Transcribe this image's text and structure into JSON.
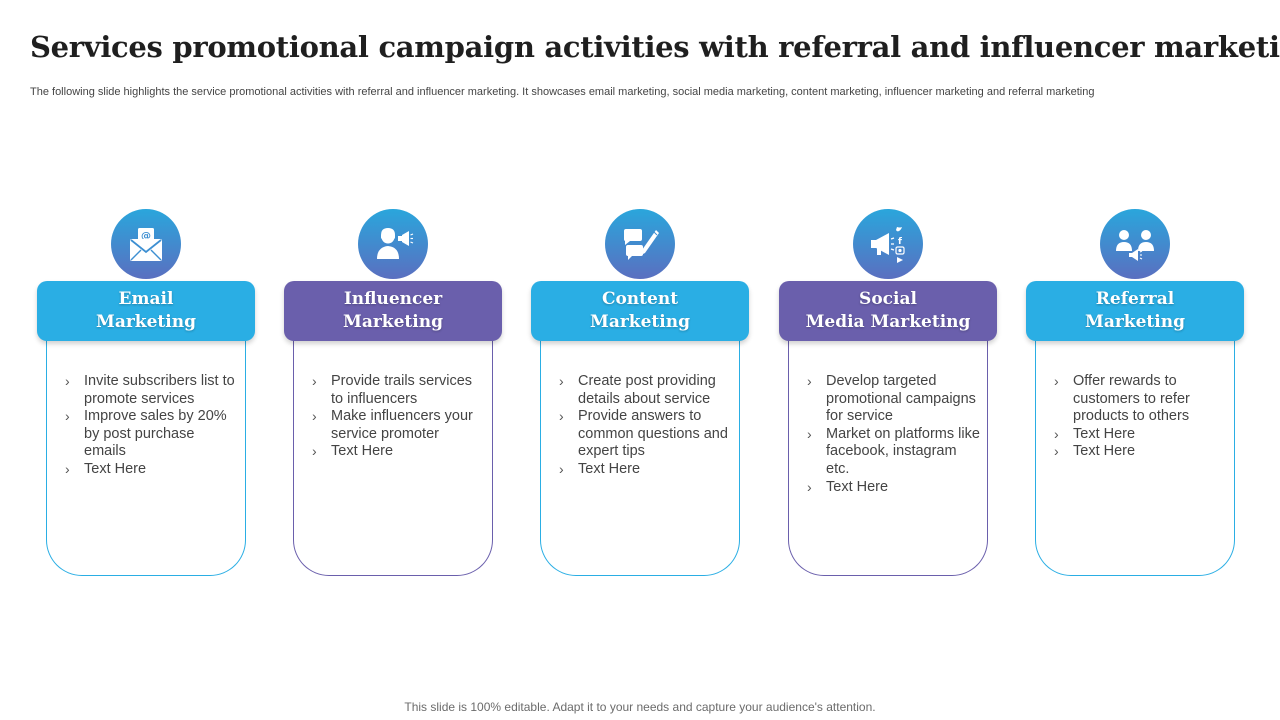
{
  "slide": {
    "title": "Services promotional campaign activities with referral and influencer marketing",
    "subtitle": "The following slide highlights the service promotional activities with referral and influencer marketing. It showcases email marketing, social media marketing, content marketing, influencer marketing and referral marketing",
    "footer": "This slide is 100% editable. Adapt it to your needs and capture your audience's attention."
  },
  "colors": {
    "accent_blue": "#2aaee4",
    "accent_purple": "#6a5fac",
    "icon_gradient_top": "#2aa6dc",
    "icon_gradient_bottom": "#5a6fc0"
  },
  "cards": [
    {
      "icon": "email-icon",
      "title_line1": "Email",
      "title_line2": "Marketing",
      "bullets": [
        "Invite subscribers list to promote services",
        "Improve sales by 20% by post purchase emails",
        "Text Here"
      ]
    },
    {
      "icon": "influencer-icon",
      "title_line1": "Influencer",
      "title_line2": "Marketing",
      "bullets": [
        "Provide trails services to influencers",
        "Make influencers your service promoter",
        "Text Here"
      ]
    },
    {
      "icon": "content-chat-pen-icon",
      "title_line1": "Content",
      "title_line2": "Marketing",
      "bullets": [
        "Create post providing details about service",
        "Provide answers to common questions and expert tips",
        "Text Here"
      ]
    },
    {
      "icon": "social-media-megaphone-icon",
      "title_line1": "Social",
      "title_line2": "Media Marketing",
      "bullets": [
        "Develop targeted promotional campaigns  for service",
        "Market on platforms like facebook, instagram etc.",
        "Text Here"
      ]
    },
    {
      "icon": "referral-users-icon",
      "title_line1": "Referral",
      "title_line2": "Marketing",
      "bullets": [
        "Offer rewards to customers to refer products to others",
        "Text Here",
        "Text Here"
      ]
    }
  ]
}
